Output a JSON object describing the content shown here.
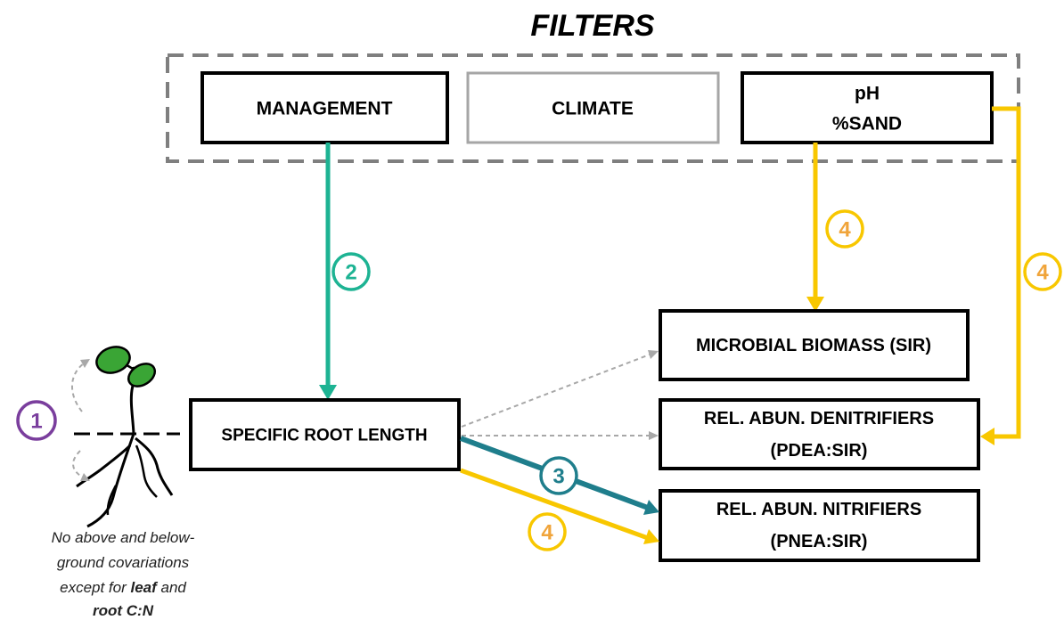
{
  "title": "FILTERS",
  "filters": {
    "management": "MANAGEMENT",
    "climate": "CLIMATE",
    "soil_line1": "pH",
    "soil_line2": "%SAND"
  },
  "outcomes": {
    "srl": "SPECIFIC ROOT LENGTH",
    "microbial": "MICROBIAL BIOMASS (SIR)",
    "denit_line1": "REL. ABUN. DENITRIFIERS",
    "denit_line2": "(PDEA:SIR)",
    "nitr_line1": "REL. ABUN. NITRIFIERS",
    "nitr_line2": "(PNEA:SIR)"
  },
  "steps": {
    "s1": "1",
    "s2": "2",
    "s3": "3",
    "s4_filter": "4",
    "s4_right": "4",
    "s4_srl": "4"
  },
  "caption": {
    "l1": "No above and below-",
    "l2": "ground covariations",
    "l3_pre": "except for ",
    "l3_bold": "leaf",
    "l3_post": " and",
    "l4": "root C:N"
  },
  "colors": {
    "teal": "#1db393",
    "dark_teal": "#1f7e8c",
    "yellow": "#f8c700",
    "orange": "#f0a43a",
    "purple": "#7a3e9d",
    "gray_dash": "#a8a8a8",
    "filter_frame": "#7f7f7f",
    "climate_gray": "#a6a6a6",
    "leaf_green": "#3aa535"
  }
}
